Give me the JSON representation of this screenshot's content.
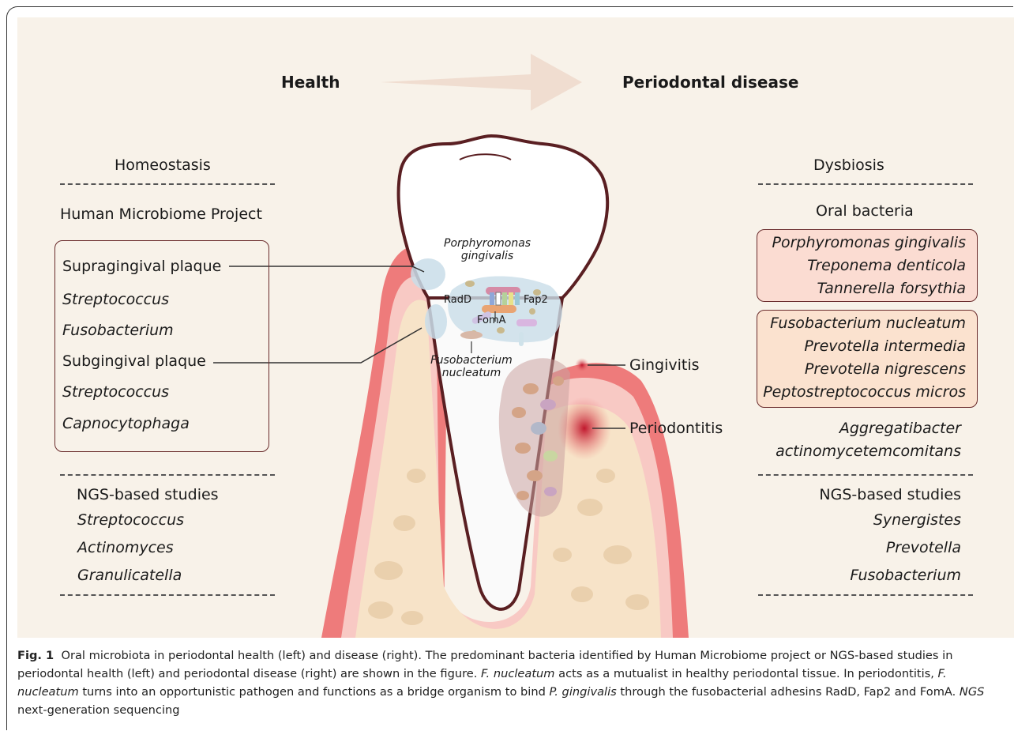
{
  "headers": {
    "left": "Health",
    "right": "Periodontal disease"
  },
  "left": {
    "state": "Homeostasis",
    "source": "Human Microbiome Project",
    "box_items": [
      "Supragingival plaque",
      "Streptococcus",
      "Fusobacterium",
      "Subgingival plaque",
      "Streptococcus",
      "Capnocytophaga"
    ],
    "ngs_title": "NGS-based studies",
    "ngs_items": [
      "Streptococcus",
      "Actinomyces",
      "Granulicatella"
    ]
  },
  "right": {
    "state": "Dysbiosis",
    "source": "Oral bacteria",
    "box1_items": [
      "Porphyromonas gingivalis",
      "Treponema denticola",
      "Tannerella forsythia"
    ],
    "box2_items": [
      "Fusobacterium nucleatum",
      "Prevotella intermedia",
      "Prevotella nigrescens",
      "Peptostreptococcus micros"
    ],
    "extra_line1": "Aggregatibacter",
    "extra_line2": "actinomycetemcomitans",
    "ngs_title": "NGS-based studies",
    "ngs_items": [
      "Synergistes",
      "Prevotella",
      "Fusobacterium"
    ]
  },
  "tooth": {
    "pg_line1": "Porphyromonas",
    "pg_line2": "gingivalis",
    "radd": "RadD",
    "fap2": "Fap2",
    "foma": "FomA",
    "fn_line1": "Fusobacterium",
    "fn_line2": "nucleatum",
    "gingivitis": "Gingivitis",
    "periodontitis": "Periodontitis"
  },
  "colors": {
    "background": "#f8f2e9",
    "gum": "#ee7b7b",
    "bone": "#f7e3c8",
    "box_border": "#6a2c2c",
    "pathogen_box1": "#fbdcd2",
    "pathogen_box2": "#fbe2cf"
  },
  "caption": {
    "fig_label": "Fig. 1",
    "t1": "Oral microbiota in periodontal health (left) and disease (right). The predominant bacteria identified by Human Microbiome project or NGS-based studies in periodontal health (left) and periodontal disease (right) are shown in the figure. ",
    "fn1": "F. nucleatum",
    "t2": " acts as a mutualist in healthy periodontal tissue. In periodontitis, ",
    "fn2": "F. nucleatum",
    "t3": " turns into an opportunistic pathogen and functions as a bridge organism to bind ",
    "pg": "P. gingivalis",
    "t4": " through the fusobacterial adhesins RadD, Fap2 and FomA. ",
    "ngs": "NGS",
    "t5": " next-generation sequencing"
  }
}
